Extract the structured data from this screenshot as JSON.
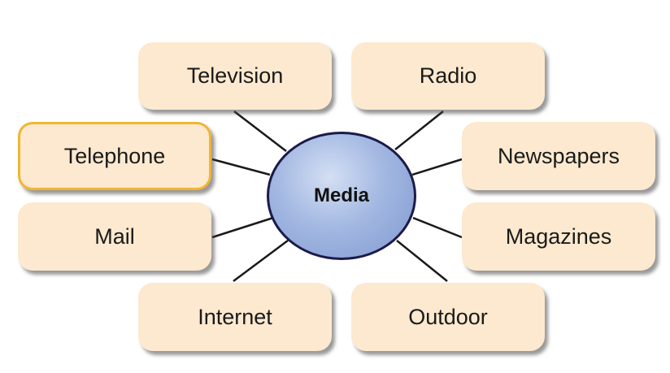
{
  "center": {
    "label": "Media"
  },
  "nodes": {
    "television": "Television",
    "radio": "Radio",
    "telephone": "Telephone",
    "newspapers": "Newspapers",
    "mail": "Mail",
    "magazines": "Magazines",
    "internet": "Internet",
    "outdoor": "Outdoor"
  },
  "colors": {
    "node_fill": "#fde9cf",
    "hub_fill": "#a3b8e2",
    "hub_border": "#1b1b4a",
    "selected_border": "#f0b534",
    "connector": "#1a1a1a"
  }
}
